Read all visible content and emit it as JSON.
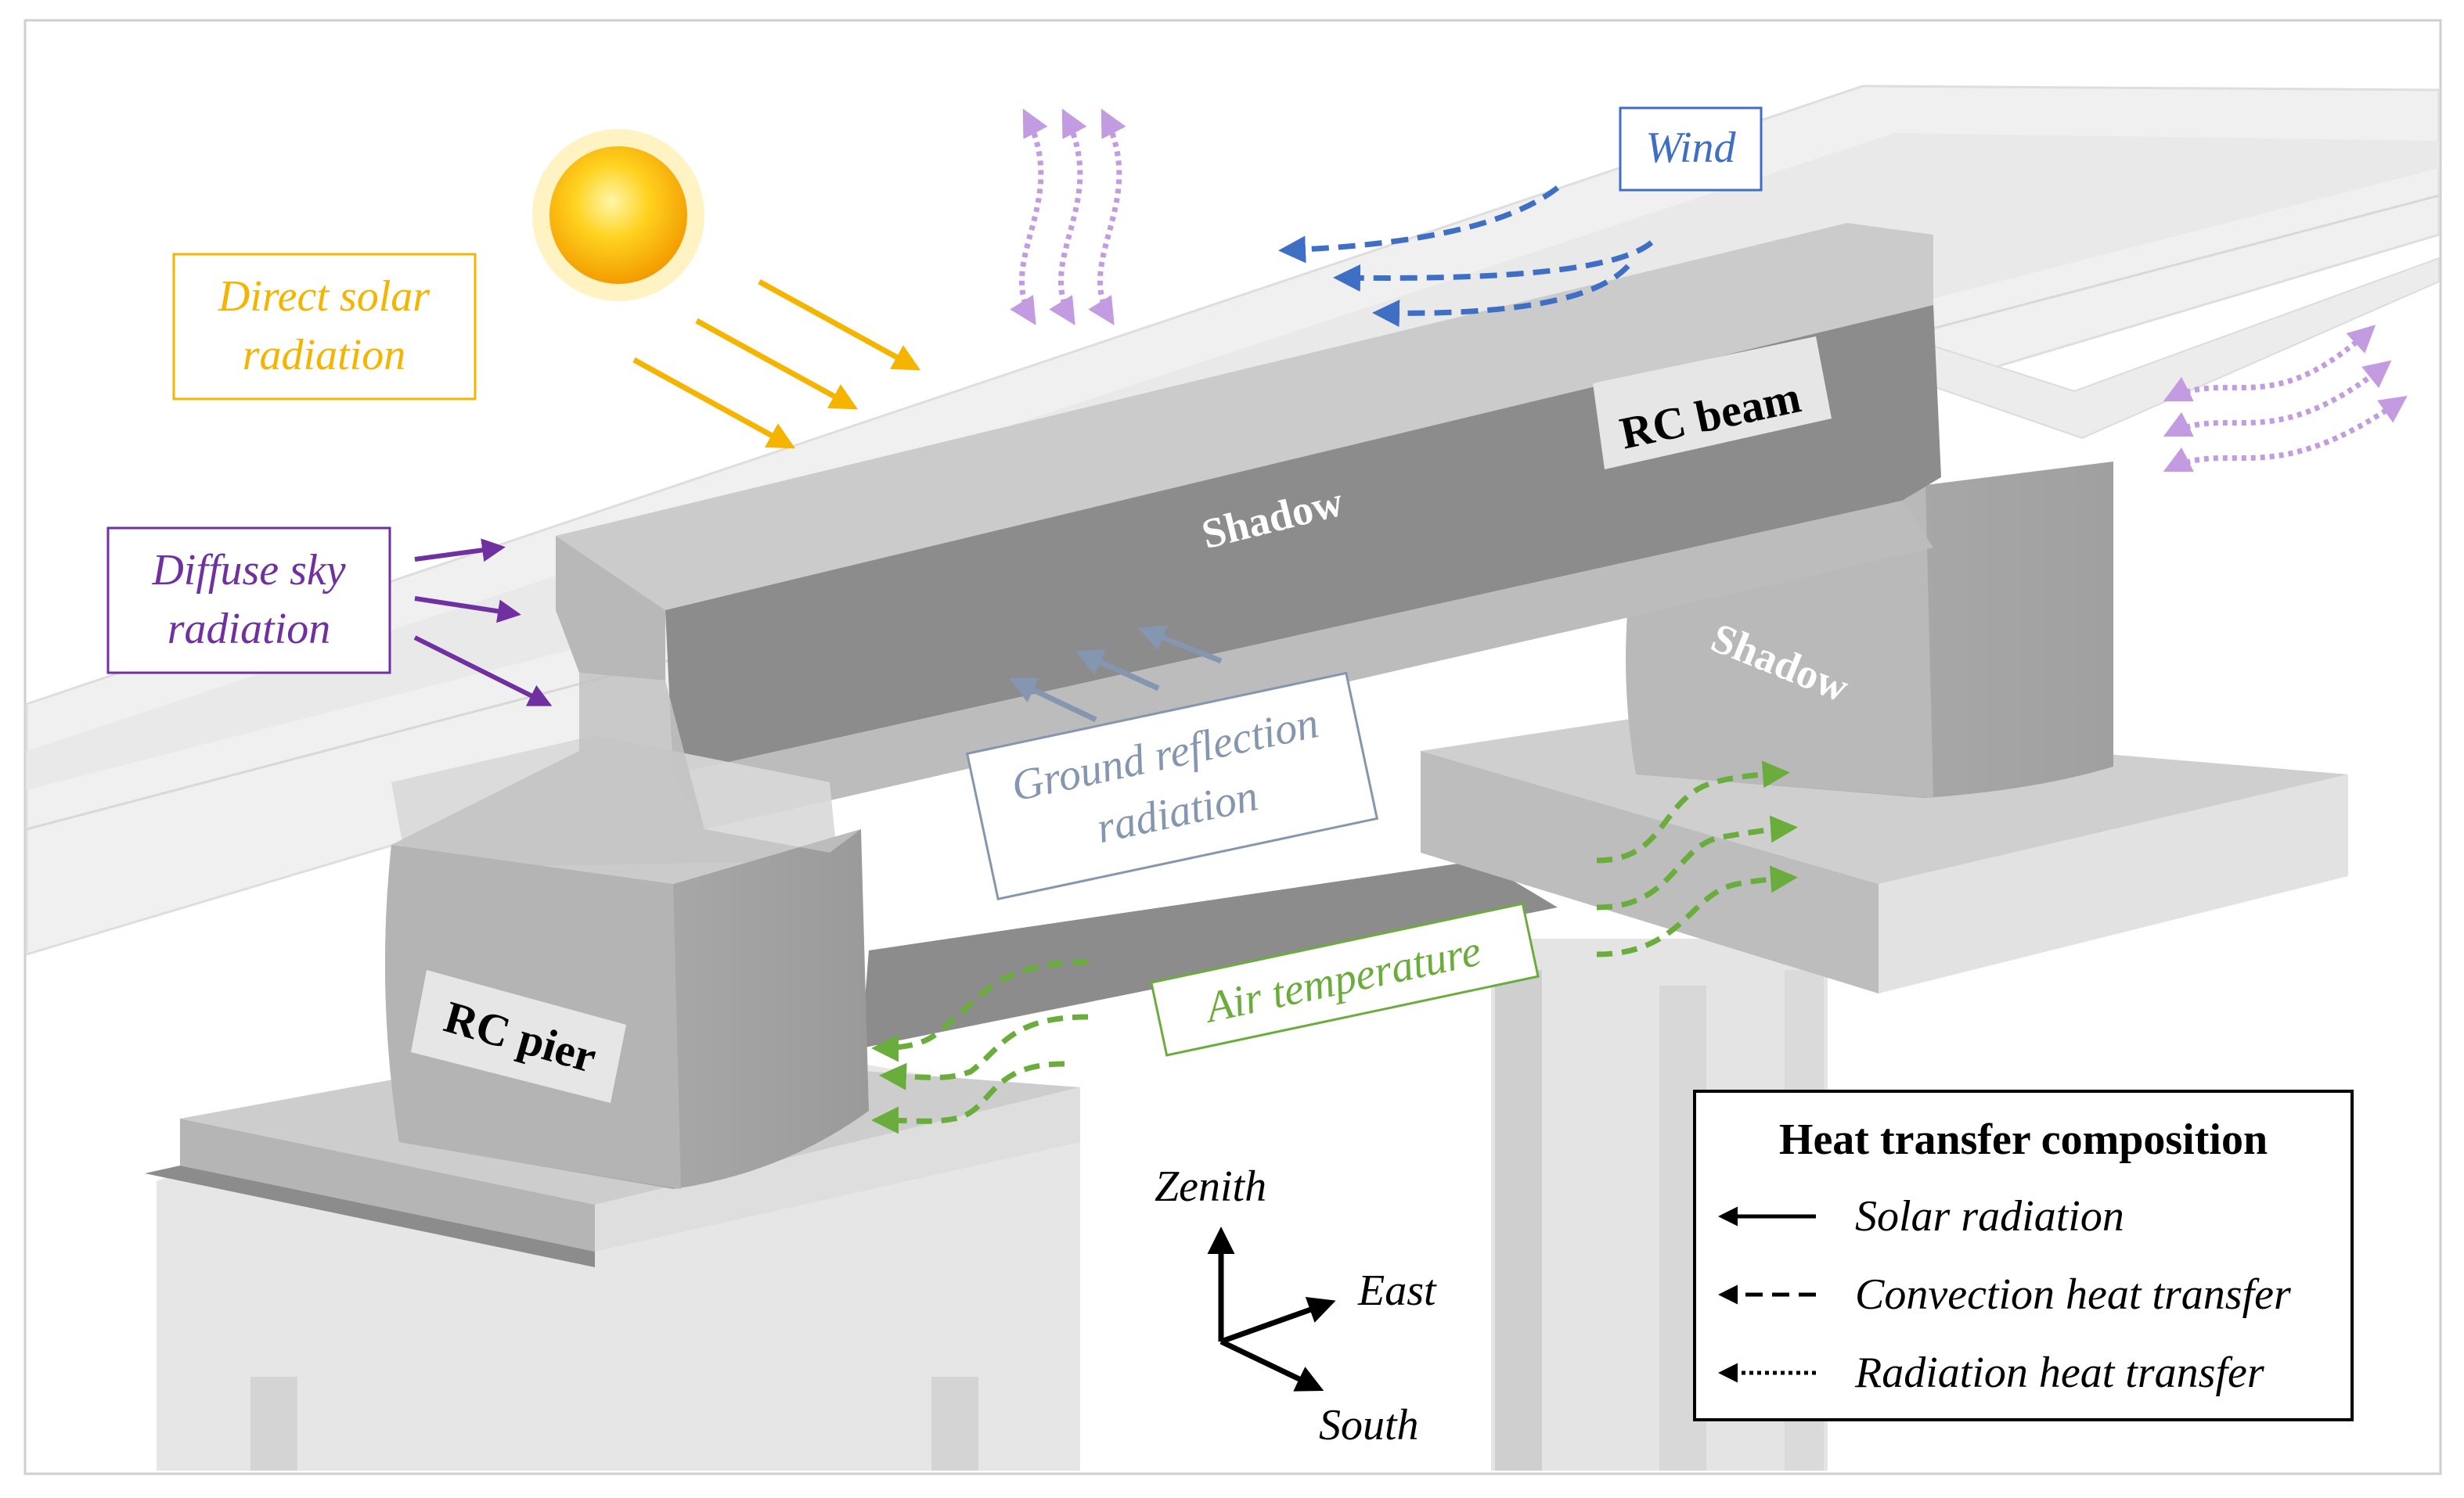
{
  "labels": {
    "direct_solar_line1": "Direct solar",
    "direct_solar_line2": "radiation",
    "diffuse_line1": "Diffuse sky",
    "diffuse_line2": "radiation",
    "wind": "Wind",
    "ground_line1": "Ground reflection",
    "ground_line2": "radiation",
    "air_temperature": "Air temperature",
    "rc_beam": "RC beam",
    "rc_pier": "RC pier",
    "shadow_beam": "Shadow",
    "shadow_pier": "Shadow"
  },
  "axes": {
    "zenith": "Zenith",
    "east": "East",
    "south": "South"
  },
  "legend": {
    "title": "Heat transfer composition",
    "solar": "Solar radiation",
    "convection": "Convection heat transfer",
    "radiation": "Radiation heat transfer"
  },
  "colors": {
    "solar": "#f5b400",
    "diffuse": "#7030a0",
    "wind": "#3f6fc4",
    "ground": "#8496b0",
    "air": "#6aad3c",
    "radiation_emit": "#c39be0",
    "concrete": "#c9c9c9",
    "shadow": "#8c8c8c"
  }
}
